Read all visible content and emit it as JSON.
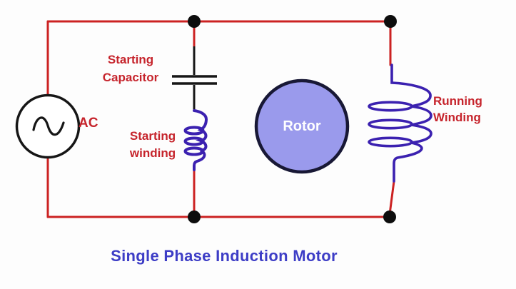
{
  "diagram": {
    "title": "Single Phase Induction Motor",
    "components": {
      "ac_source": {
        "label": "AC"
      },
      "starting_capacitor": {
        "label": "Starting Capacitor"
      },
      "starting_winding": {
        "label": "Starting winding"
      },
      "running_winding": {
        "label": "Running Winding"
      },
      "rotor": {
        "label": "Rotor"
      }
    },
    "colors": {
      "wire_red": "#cc2222",
      "component_black": "#161616",
      "winding_blue": "#3b21b0",
      "label_red": "#c6242c",
      "title_blue": "#3d3dc6",
      "rotor_fill": "#9a9aec",
      "rotor_stroke": "#181835",
      "rotor_text": "#ffffff",
      "junction_dot": "#0d0d0d",
      "ac_source_fill": "#ffffff",
      "background": "#fdfdfd"
    }
  }
}
